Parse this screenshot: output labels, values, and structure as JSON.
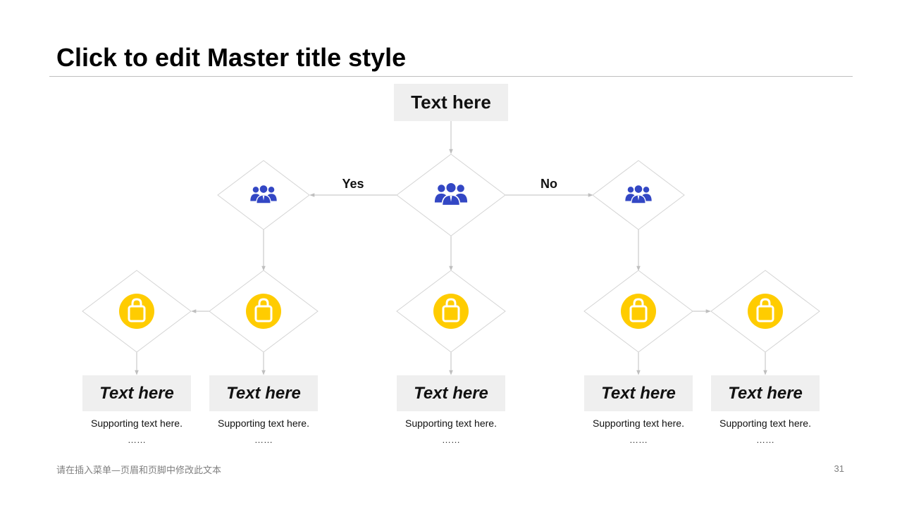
{
  "slide": {
    "title": "Click to edit Master title style",
    "footer": "请在插入菜单—页眉和页脚中修改此文本",
    "page_number": "31"
  },
  "diagram": {
    "top_box": "Text here",
    "branch_yes": "Yes",
    "branch_no": "No",
    "bottom_items": [
      {
        "title": "Text here",
        "text": "Supporting text here.",
        "dots": "……"
      },
      {
        "title": "Text here",
        "text": "Supporting text here.",
        "dots": "……"
      },
      {
        "title": "Text here",
        "text": "Supporting text here.",
        "dots": "……"
      },
      {
        "title": "Text here",
        "text": "Supporting text here.",
        "dots": "……"
      },
      {
        "title": "Text here",
        "text": "Supporting text here.",
        "dots": "……"
      }
    ],
    "icons": {
      "decision_nodes": "people-group-icon",
      "leaf_nodes": "shopping-bag-icon"
    },
    "colors": {
      "people_icon": "#3347c4",
      "bag_icon": "#ffcc00",
      "diamond_stroke": "#d4d4d4",
      "connector": "#bfbfbf",
      "box_fill": "#efefef"
    }
  }
}
